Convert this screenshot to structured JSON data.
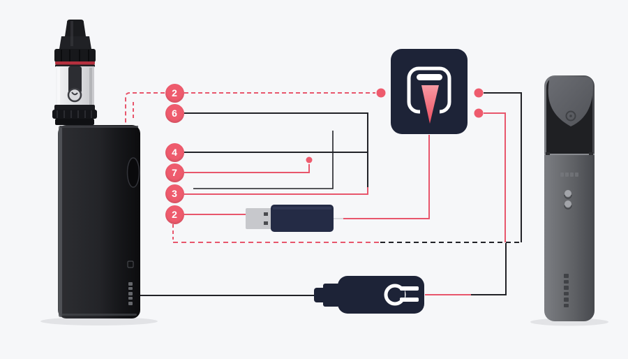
{
  "palette": {
    "background": "#f6f7f9",
    "accent_pink": "#ee5b6d",
    "line_pink": "#e8566c",
    "line_black": "#212227",
    "icon_navy": "#1d2337",
    "device_gray": "#606268",
    "shadow_gray": "#e2e3e6"
  },
  "callouts": [
    {
      "number": "2",
      "line_style": "dashed-pink"
    },
    {
      "number": "6",
      "line_style": "solid-black"
    },
    {
      "number": "4",
      "line_style": "solid-black"
    },
    {
      "number": "7",
      "line_style": "solid-pink"
    },
    {
      "number": "3",
      "line_style": "solid-pink"
    },
    {
      "number": "2",
      "line_style": "solid-pink"
    }
  ],
  "devices": {
    "left": "box-mod-vape-kit-with-tank",
    "right": "pod-style-vape"
  },
  "icons": {
    "center_badge": "charging-port-icon",
    "middle_component": "usb-drive-icon",
    "bottom_component": "charging-cable-plug-icon"
  }
}
